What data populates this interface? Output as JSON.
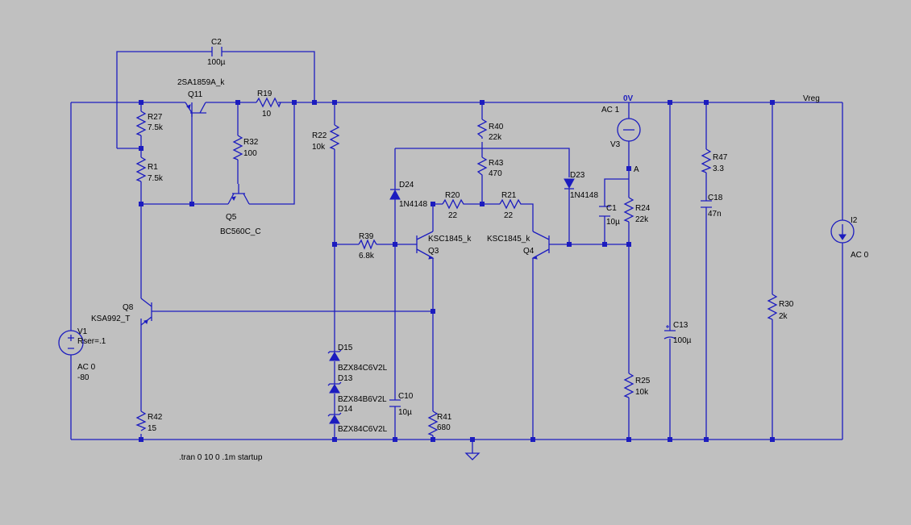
{
  "labels": {
    "c2_name": "C2",
    "c2_value": "100µ",
    "q11_name": "Q11",
    "q11_model": "2SA1859A_k",
    "r19_name": "R19",
    "r19_value": "10",
    "r27_name": "R27",
    "r27_value": "7.5k",
    "r32_name": "R32",
    "r32_value": "100",
    "r1_name": "R1",
    "r1_value": "7.5k",
    "q5_name": "Q5",
    "q5_model": "BC560C_C",
    "r22_name": "R22",
    "r22_value": "10k",
    "r40_name": "R40",
    "r40_value": "22k",
    "r43_name": "R43",
    "r43_value": "470",
    "d24_name": "D24",
    "d24_model": "1N4148",
    "d23_name": "D23",
    "d23_model": "1N4148",
    "r20_name": "R20",
    "r20_value": "22",
    "r21_name": "R21",
    "r21_value": "22",
    "r39_name": "R39",
    "r39_value": "6.8k",
    "q3_name": "Q3",
    "q3_model": "KSC1845_k",
    "q4_name": "Q4",
    "q4_model": "KSC1845_k",
    "c1_name": "C1",
    "c1_value": "10µ",
    "r24_name": "R24",
    "r24_value": "22k",
    "v3_name": "V3",
    "v3_value": "AC 1",
    "node_0v": "0V",
    "node_a": "A",
    "node_vreg": "Vreg",
    "r47_name": "R47",
    "r47_value": "3.3",
    "c18_name": "C18",
    "c18_value": "47n",
    "i2_name": "I2",
    "i2_value": "AC 0",
    "q8_name": "Q8",
    "q8_model": "KSA992_T",
    "v1_name": "V1",
    "v1_rser": "Rser=.1",
    "v1_ac": "AC 0",
    "v1_dc": "-80",
    "d15_name": "D15",
    "d15_model": "BZX84C6V2L",
    "d13_name": "D13",
    "d13_model": "BZX84B6V2L",
    "d14_name": "D14",
    "d14_model": "BZX84C6V2L",
    "c10_name": "C10",
    "c10_value": "10µ",
    "r41_name": "R41",
    "r41_value": "680",
    "r42_name": "R42",
    "r42_value": "15",
    "c13_name": "C13",
    "c13_value": "100µ",
    "r25_name": "R25",
    "r25_value": "10k",
    "r30_name": "R30",
    "r30_value": "2k",
    "directive": ".tran 0 10 0 .1m startup"
  },
  "colors": {
    "background": "#c0c0c0",
    "wire": "#1c1cbf",
    "text": "#000000"
  }
}
